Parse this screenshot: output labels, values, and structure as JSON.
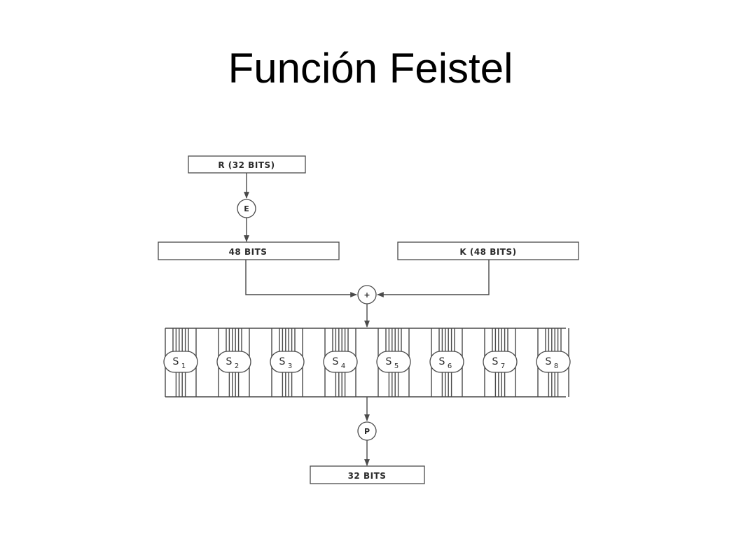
{
  "title": "Función Feistel",
  "diagram": {
    "r_box": "R (32 BITS)",
    "e_node": "E",
    "bits48_box": "48 BITS",
    "k_box": "K (48 BITS)",
    "xor_node": "+",
    "p_node": "P",
    "bits32_box": "32 BITS",
    "sboxes": [
      {
        "main": "S",
        "sub": "1"
      },
      {
        "main": "S",
        "sub": "2"
      },
      {
        "main": "S",
        "sub": "3"
      },
      {
        "main": "S",
        "sub": "4"
      },
      {
        "main": "S",
        "sub": "5"
      },
      {
        "main": "S",
        "sub": "6"
      },
      {
        "main": "S",
        "sub": "7"
      },
      {
        "main": "S",
        "sub": "8"
      }
    ]
  }
}
